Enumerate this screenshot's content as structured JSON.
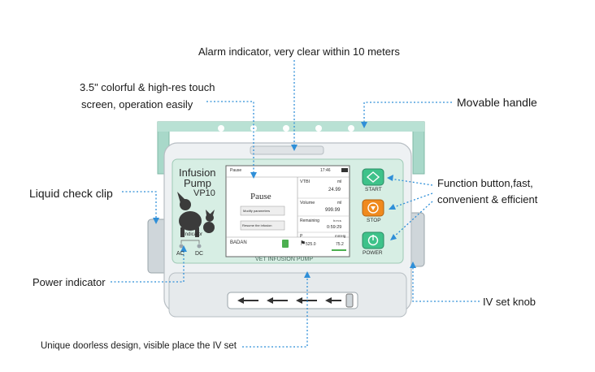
{
  "callouts": {
    "alarm": "Alarm indicator, very clear within 10 meters",
    "screen_line1": "3.5\" colorful & high-res touch",
    "screen_line2": "screen, operation easily",
    "handle": "Movable handle",
    "liquid_clip": "Liquid check clip",
    "function_line1": "Function button,fast,",
    "function_line2": "convenient & efficient",
    "power_indicator": "Power indicator",
    "iv_knob": "IV set knob",
    "doorless": "Unique doorless design, visible place the IV set"
  },
  "device": {
    "brand_line1": "Infusion",
    "brand_line2": "Pump",
    "model": "VP10",
    "indicator_label": "Indicator",
    "ac_label": "AC",
    "dc_label": "DC",
    "bottom_label": "VET INFUSION PUMP",
    "buttons": {
      "start": "START",
      "stop": "STOP",
      "power": "POWER"
    }
  },
  "screen": {
    "header_left": "Pause",
    "header_time": "17:46",
    "status": "Pause",
    "btn_modify": "Modify parameters",
    "btn_resume": "Resume the infusion",
    "drug": "BADAN",
    "rows": [
      {
        "label": "VTBI",
        "unit": "ml",
        "value": "24.99"
      },
      {
        "label": "Volume",
        "unit": "ml",
        "value": "999.99"
      },
      {
        "label": "Remaining",
        "unit": "h:m:s",
        "value": "0:59:29"
      },
      {
        "label": "P",
        "unit": "mmHg",
        "value": "75.2"
      }
    ],
    "flow_value": "525.0"
  },
  "colors": {
    "handle": "#a8d8c9",
    "body": "#eef1f3",
    "panel_green": "#d7eee4",
    "start": "#3ec28a",
    "stop": "#f08a1e",
    "power": "#3ec28a",
    "callout_line": "#2f8fd8"
  }
}
